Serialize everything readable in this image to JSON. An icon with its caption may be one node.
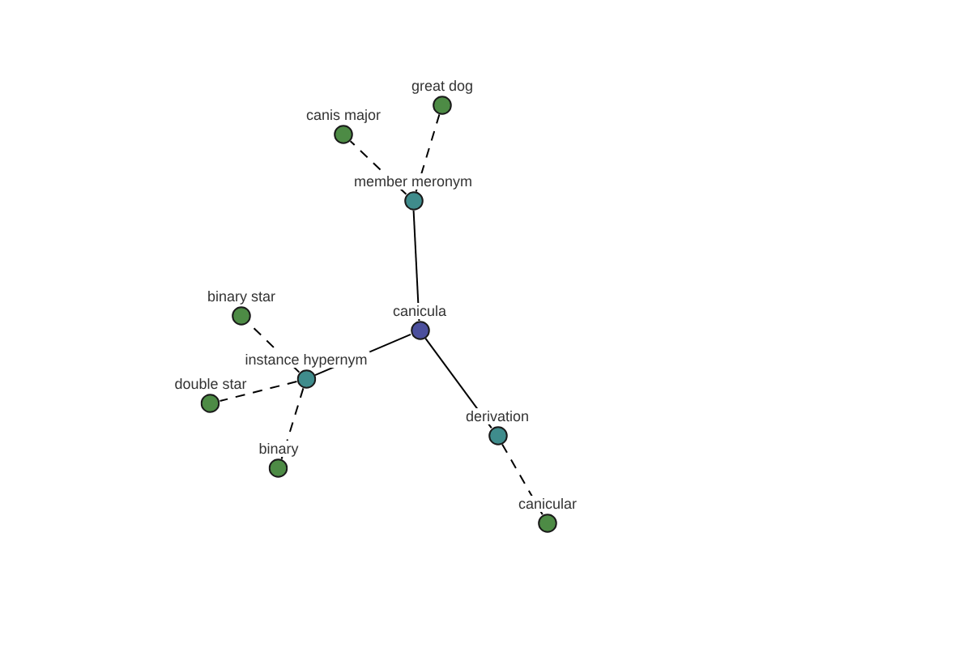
{
  "diagram": {
    "nodes": [
      {
        "text": [
          "great dog"
        ]
      },
      {
        "text": [
          "canis major"
        ]
      },
      {
        "text": [
          "member meronym"
        ]
      },
      {
        "text": [
          "binary star"
        ]
      },
      {
        "text": [
          "canicula"
        ]
      },
      {
        "text": [
          "instance hypernym"
        ]
      },
      {
        "text": [
          "double star"
        ]
      },
      {
        "text": [
          "derivation"
        ]
      },
      {
        "text": [
          "binary"
        ]
      },
      {
        "text": [
          "canicular"
        ]
      }
    ],
    "edges": [
      {
        "from": 4,
        "to": 2,
        "arrow": "none"
      },
      {
        "from": 2,
        "to": 0,
        "arrow": "none",
        "style": "dashed"
      },
      {
        "from": 2,
        "to": 1,
        "arrow": "none",
        "style": "dashed"
      },
      {
        "from": 4,
        "to": 5,
        "arrow": "none"
      },
      {
        "from": 5,
        "to": 3,
        "arrow": "none",
        "style": "dashed"
      },
      {
        "from": 5,
        "to": 6,
        "arrow": "none",
        "style": "dashed"
      },
      {
        "from": 5,
        "to": 8,
        "arrow": "none",
        "style": "dashed"
      },
      {
        "from": 4,
        "to": 7,
        "arrow": "none"
      },
      {
        "from": 7,
        "to": 9,
        "arrow": "none",
        "style": "dashed"
      }
    ]
  }
}
